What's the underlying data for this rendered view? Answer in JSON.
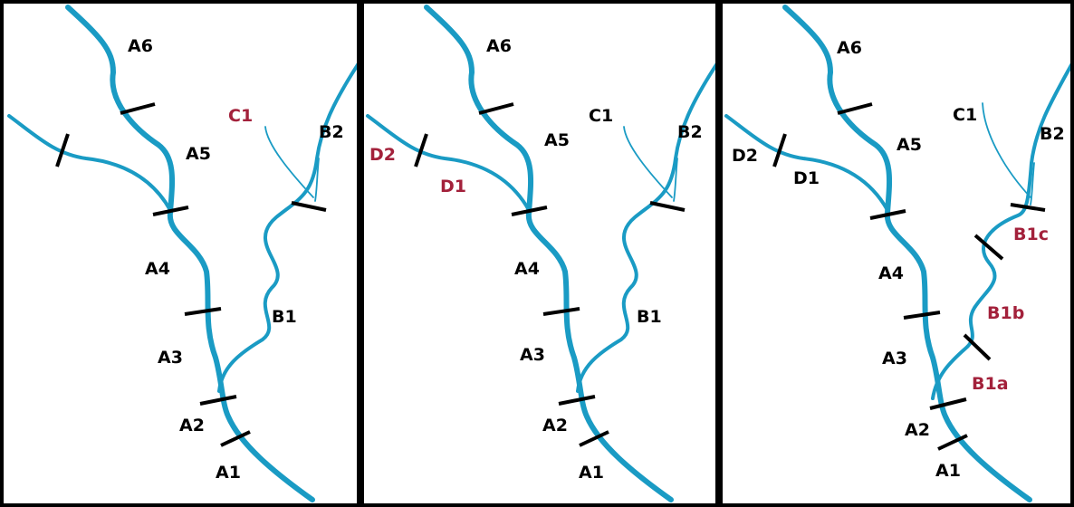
{
  "colors": {
    "river": "#1a9bc4",
    "label": "#000000",
    "highlight": "#a3213b",
    "divider": "#000000",
    "border": "#000000"
  },
  "panels": [
    {
      "labels": {
        "A6": "A6",
        "A5": "A5",
        "A4": "A4",
        "A3": "A3",
        "A2": "A2",
        "A1": "A1",
        "B1": "B1",
        "B2": "B2",
        "C1": "C1"
      }
    },
    {
      "labels": {
        "A6": "A6",
        "A5": "A5",
        "A4": "A4",
        "A3": "A3",
        "A2": "A2",
        "A1": "A1",
        "B1": "B1",
        "B2": "B2",
        "C1": "C1",
        "D1": "D1",
        "D2": "D2"
      }
    },
    {
      "labels": {
        "A6": "A6",
        "A5": "A5",
        "A4": "A4",
        "A3": "A3",
        "A2": "A2",
        "A1": "A1",
        "B1a": "B1a",
        "B1b": "B1b",
        "B1c": "B1c",
        "B2": "B2",
        "C1": "C1",
        "D1": "D1",
        "D2": "D2"
      }
    }
  ]
}
